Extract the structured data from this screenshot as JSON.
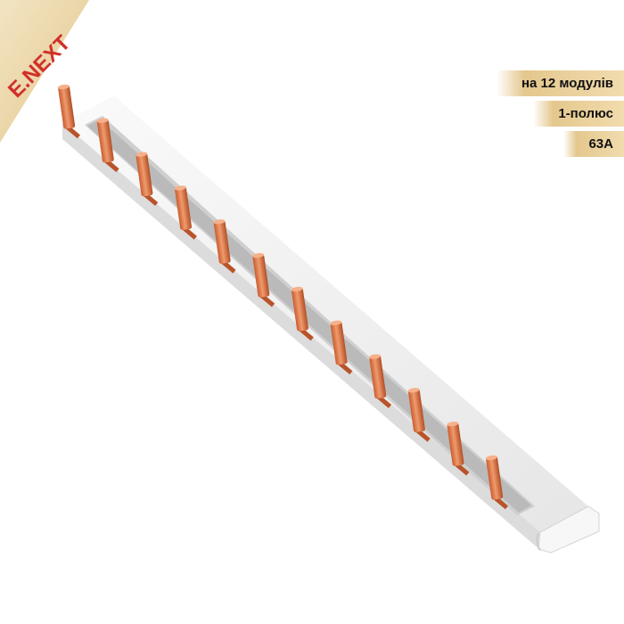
{
  "brand": {
    "logo_text": "E.NEXT"
  },
  "product": {
    "name": "busbar-comb",
    "pin_count": 12,
    "pin_color": "#e0784c",
    "body_color": "#f2f2f2"
  },
  "specs": {
    "modules": "на 12 модулів",
    "poles": "1-полюс",
    "current": "63A"
  },
  "colors": {
    "badge": "#e9d09a",
    "logo": "#d12f2a",
    "ribbon": "#e8d3a4"
  }
}
